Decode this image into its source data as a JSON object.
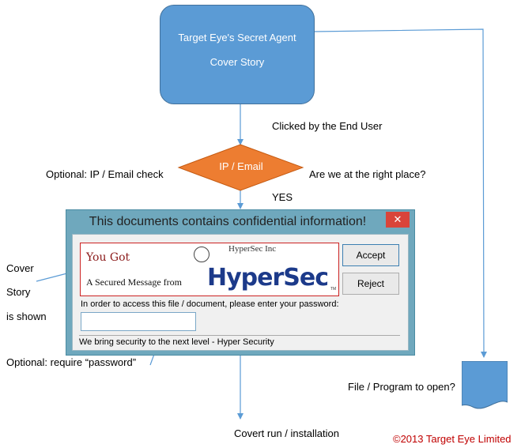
{
  "title_box": {
    "line1": "Target Eye's Secret Agent",
    "line2": "Cover Story"
  },
  "clicked_label": "Clicked by the End User",
  "diamond_label": "IP / Email",
  "optional_ip_label": "Optional: IP / Email check",
  "right_place_label": "Are we at the right place?",
  "yes_label": "YES",
  "dialog": {
    "title": "This documents contains confidential information!",
    "close_glyph": "✕",
    "banner": {
      "you_got": "You Got",
      "secured_message": "A Secured Message from",
      "company": "HyperSec Inc",
      "logo": "HyperSec",
      "tm": "TM"
    },
    "accept_label": "Accept",
    "reject_label": "Reject",
    "password_prompt": "In order to access this file / document, please enter your password:",
    "password_value": "",
    "status_text": "We bring security to the next level - Hyper Security"
  },
  "cover_story_label": {
    "line1": "Cover",
    "line2": "Story",
    "line3": "is shown"
  },
  "optional_password_label": "Optional: require “password”",
  "file_program_label": "File / Program to open?",
  "covert_run_label": "Covert run / installation",
  "copyright": "©2013 Target Eye Limited",
  "colors": {
    "shape_blue": "#5b9bd5",
    "diamond_orange": "#ed7d31",
    "arrow_blue": "#5b9bd5",
    "copyright_red": "#c00000"
  }
}
